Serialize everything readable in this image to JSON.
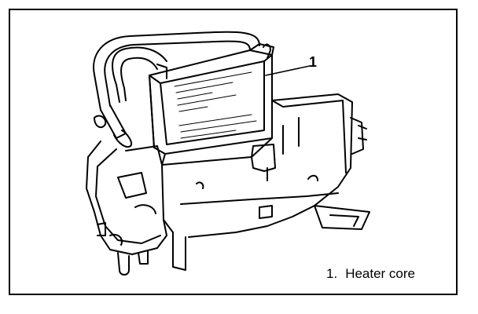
{
  "callout": {
    "number": "1"
  },
  "legend": [
    {
      "number": "1.",
      "label": "Heater core"
    }
  ]
}
